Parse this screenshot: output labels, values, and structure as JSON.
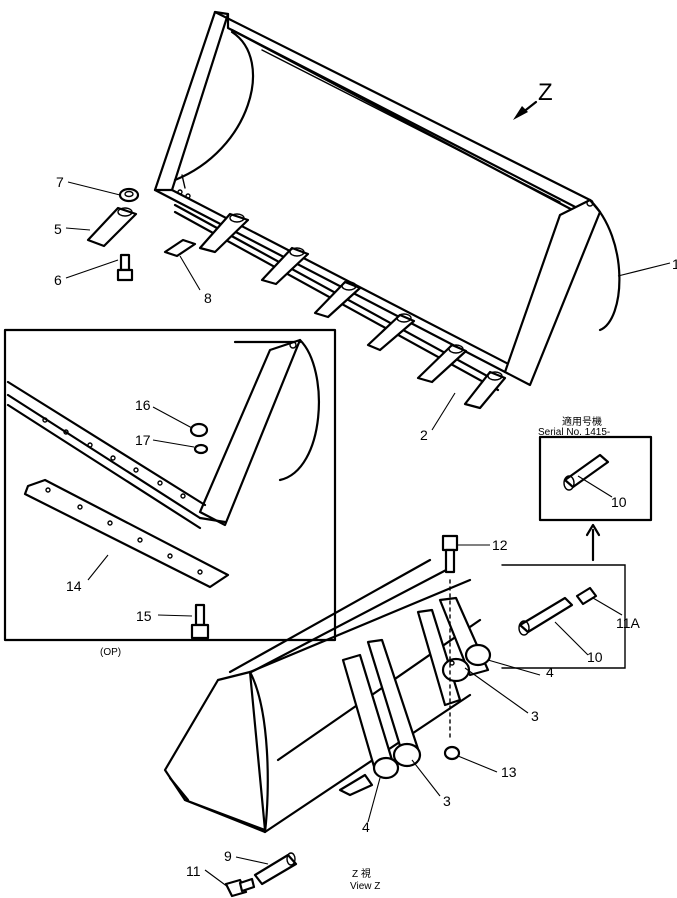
{
  "view_label": "Z",
  "callouts": {
    "c1": "1",
    "c2": "2",
    "c3a": "3",
    "c3b": "3",
    "c4a": "4",
    "c4b": "4",
    "c5": "5",
    "c6": "6",
    "c7": "7",
    "c8": "8",
    "c9": "9",
    "c10a": "10",
    "c10b": "10",
    "c11": "11",
    "c11a": "11A",
    "c12": "12",
    "c13": "13",
    "c14": "14",
    "c15": "15",
    "c16": "16",
    "c17": "17"
  },
  "inset_label": "(OP)",
  "serial_box": {
    "japanese": "適用号機",
    "english": "Serial No. 1415-"
  },
  "view_caption": {
    "japanese": "Z 視",
    "english": "View Z"
  }
}
